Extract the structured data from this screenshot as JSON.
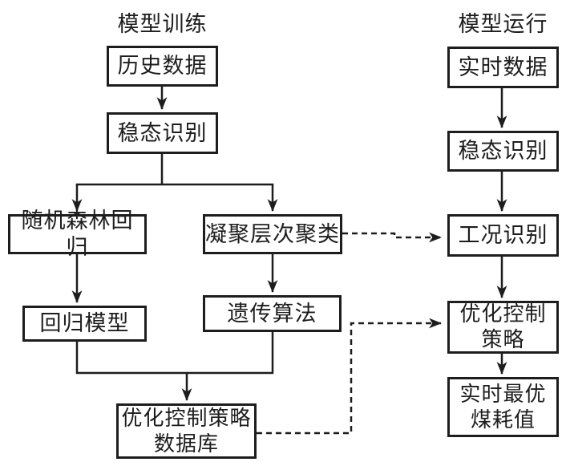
{
  "diagram": {
    "headers": {
      "left": "模型训练",
      "right": "模型运行"
    },
    "boxes": {
      "historical_data": "历史数据",
      "steady_state_train": "稳态识别",
      "random_forest_regression": "随机森林回归",
      "agglomerative_clustering": "凝聚层次聚类",
      "regression_model": "回归模型",
      "genetic_algorithm": "遗传算法",
      "strategy_database": "优化控制策略\n数据库",
      "realtime_data": "实时数据",
      "steady_state_run": "稳态识别",
      "condition_identification": "工况识别",
      "optimal_control_strategy": "优化控制\n策略",
      "realtime_optimal_coal": "实时最优\n煤耗值"
    }
  },
  "colors": {
    "line": "#1d1d1d",
    "text": "#1d1d1d",
    "background": "#ffffff"
  }
}
